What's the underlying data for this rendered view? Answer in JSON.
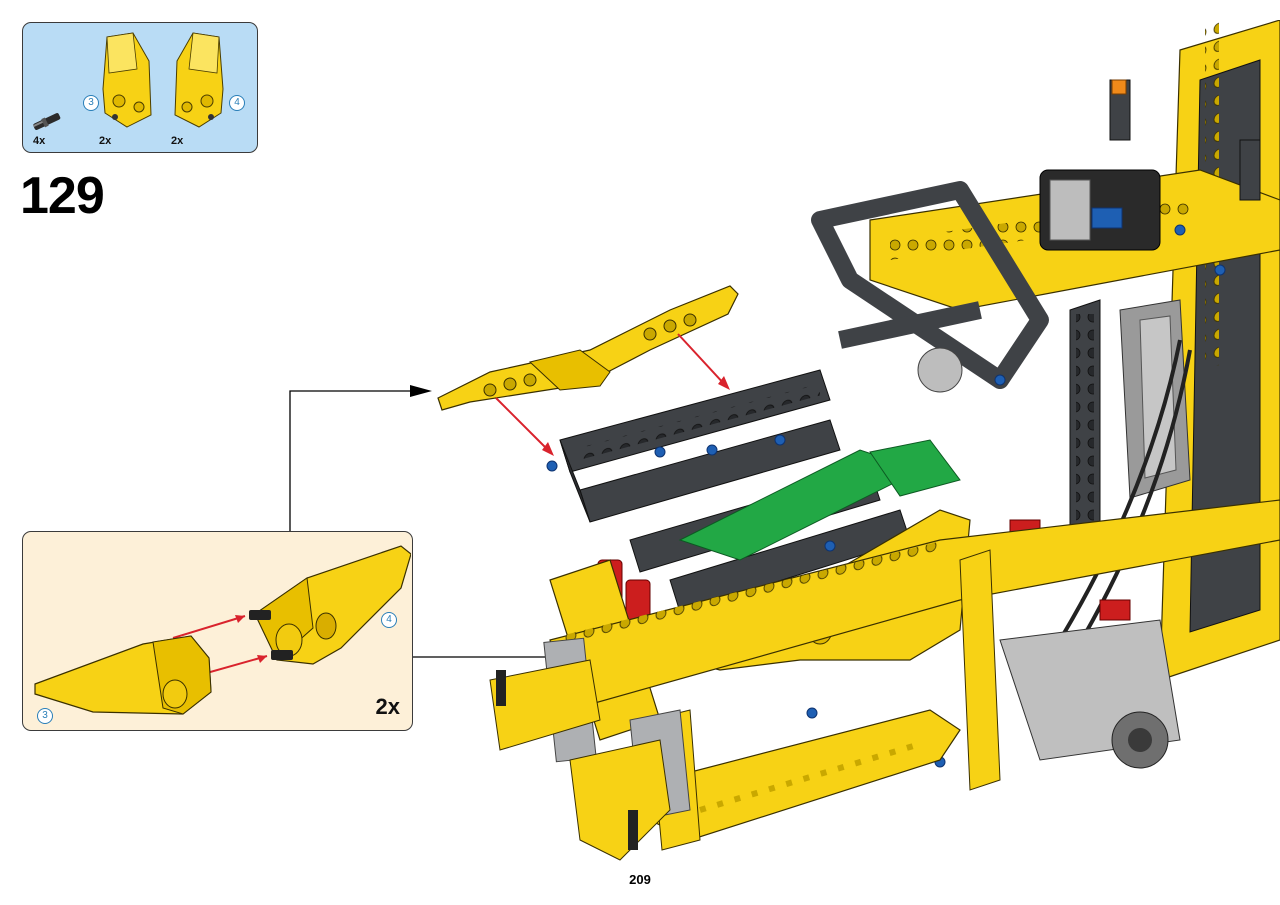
{
  "step": {
    "number": "129"
  },
  "parts_list": {
    "items": [
      {
        "icon": "axle-pin-icon",
        "quantity": "4x"
      },
      {
        "icon": "yellow-panel-left-icon",
        "quantity": "2x",
        "callout": "3"
      },
      {
        "icon": "yellow-panel-right-icon",
        "quantity": "2x",
        "callout": "4"
      }
    ]
  },
  "subassembly": {
    "callout_left": "3",
    "callout_right": "4",
    "multiplier": "2x"
  },
  "page": {
    "number": "209"
  },
  "colors": {
    "part_yellow": "#f7d215",
    "beam_dark": "#3f4246",
    "parts_bg": "#b9dcf5",
    "sub_bg": "#fdf0d8",
    "arrow_red": "#d9232d",
    "callout_blue": "#2a7fb8",
    "plate_green": "#22a845",
    "pin_blue": "#1e5fb3",
    "part_red": "#cc1e1e"
  }
}
